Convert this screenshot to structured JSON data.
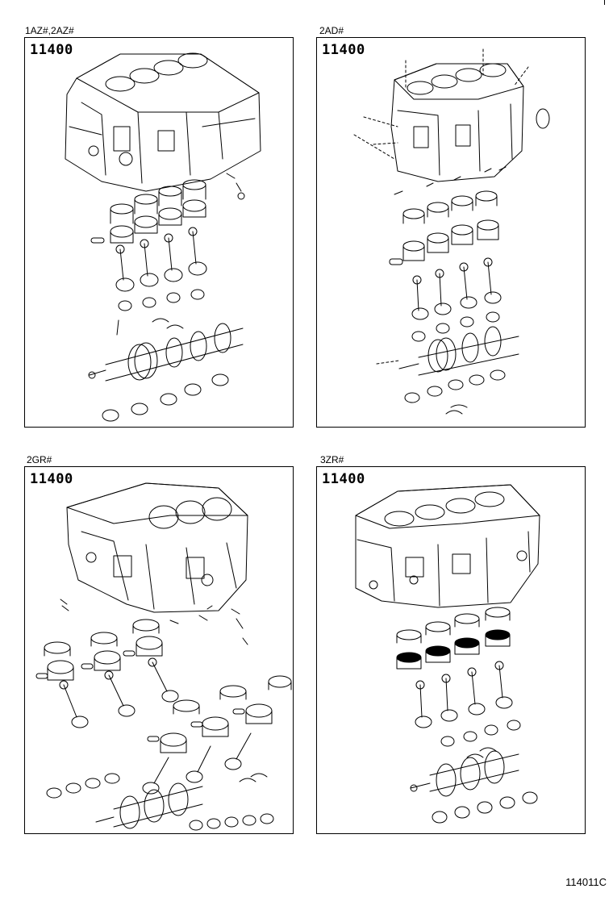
{
  "panels": [
    {
      "engine": "1AZ#,2AZ#",
      "part_number": "11400"
    },
    {
      "engine": "2AD#",
      "part_number": "11400"
    },
    {
      "engine": "2GR#",
      "part_number": "11400"
    },
    {
      "engine": "3ZR#",
      "part_number": "11400"
    }
  ],
  "figure_code": "114011C"
}
